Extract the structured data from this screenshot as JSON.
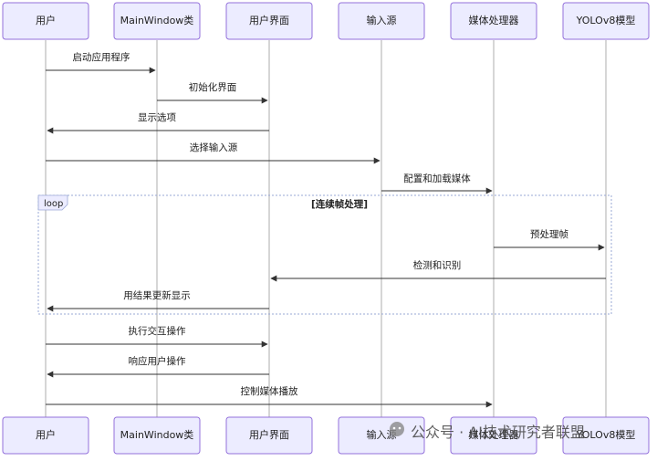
{
  "participants": [
    "用户",
    "MainWindow类",
    "用户界面",
    "输入源",
    "媒体处理器",
    "YOLOv8模型"
  ],
  "messages": [
    {
      "label": "启动应用程序"
    },
    {
      "label": "初始化界面"
    },
    {
      "label": "显示选项"
    },
    {
      "label": "选择输入源"
    },
    {
      "label": "配置和加载媒体"
    },
    {
      "label": "预处理帧"
    },
    {
      "label": "检测和识别"
    },
    {
      "label": "用结果更新显示"
    },
    {
      "label": "执行交互操作"
    },
    {
      "label": "响应用户操作"
    },
    {
      "label": "控制媒体播放"
    }
  ],
  "loop": {
    "label": "loop",
    "condition": "[连续帧处理]"
  },
  "watermark": {
    "text": "公众号 · AI技术研究者联盟"
  }
}
